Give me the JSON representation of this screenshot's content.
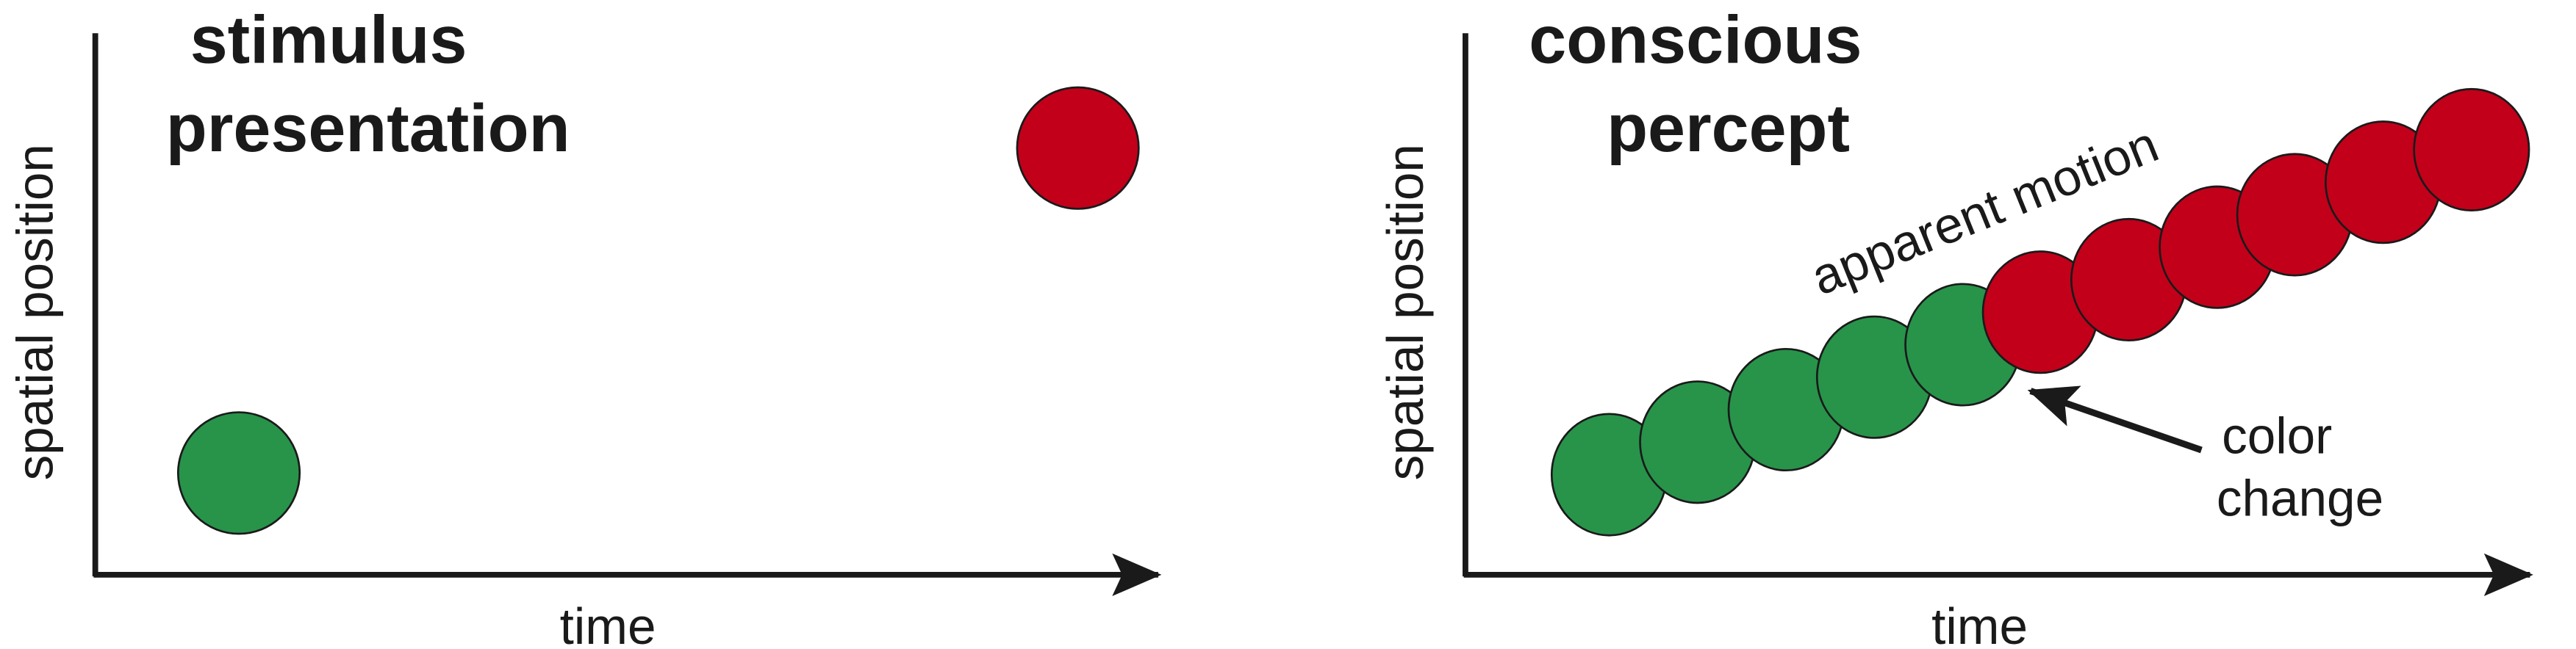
{
  "colors": {
    "green": "#27944a",
    "red": "#c2001a",
    "ink": "#1a1a1a"
  },
  "panels": [
    {
      "title_line1": "stimulus",
      "title_line2": "presentation",
      "ylabel": "spatial position",
      "xlabel": "time",
      "points": [
        {
          "t": 0.13,
          "pos": 0.2,
          "color": "green"
        },
        {
          "t": 0.89,
          "pos": 0.8,
          "color": "red"
        }
      ]
    },
    {
      "title_line1": "conscious",
      "title_line2": "percept",
      "ylabel": "spatial position",
      "xlabel": "time",
      "annotation_motion": "apparent motion",
      "annotation_color_line1": "color",
      "annotation_color_line2": "change",
      "points": [
        {
          "t": 0.13,
          "pos": 0.2,
          "color": "green"
        },
        {
          "t": 0.21,
          "pos": 0.26,
          "color": "green"
        },
        {
          "t": 0.29,
          "pos": 0.32,
          "color": "green"
        },
        {
          "t": 0.37,
          "pos": 0.38,
          "color": "green"
        },
        {
          "t": 0.45,
          "pos": 0.44,
          "color": "green"
        },
        {
          "t": 0.52,
          "pos": 0.5,
          "color": "red"
        },
        {
          "t": 0.6,
          "pos": 0.56,
          "color": "red"
        },
        {
          "t": 0.68,
          "pos": 0.62,
          "color": "red"
        },
        {
          "t": 0.75,
          "pos": 0.68,
          "color": "red"
        },
        {
          "t": 0.83,
          "pos": 0.74,
          "color": "red"
        },
        {
          "t": 0.91,
          "pos": 0.8,
          "color": "red"
        }
      ]
    }
  ]
}
